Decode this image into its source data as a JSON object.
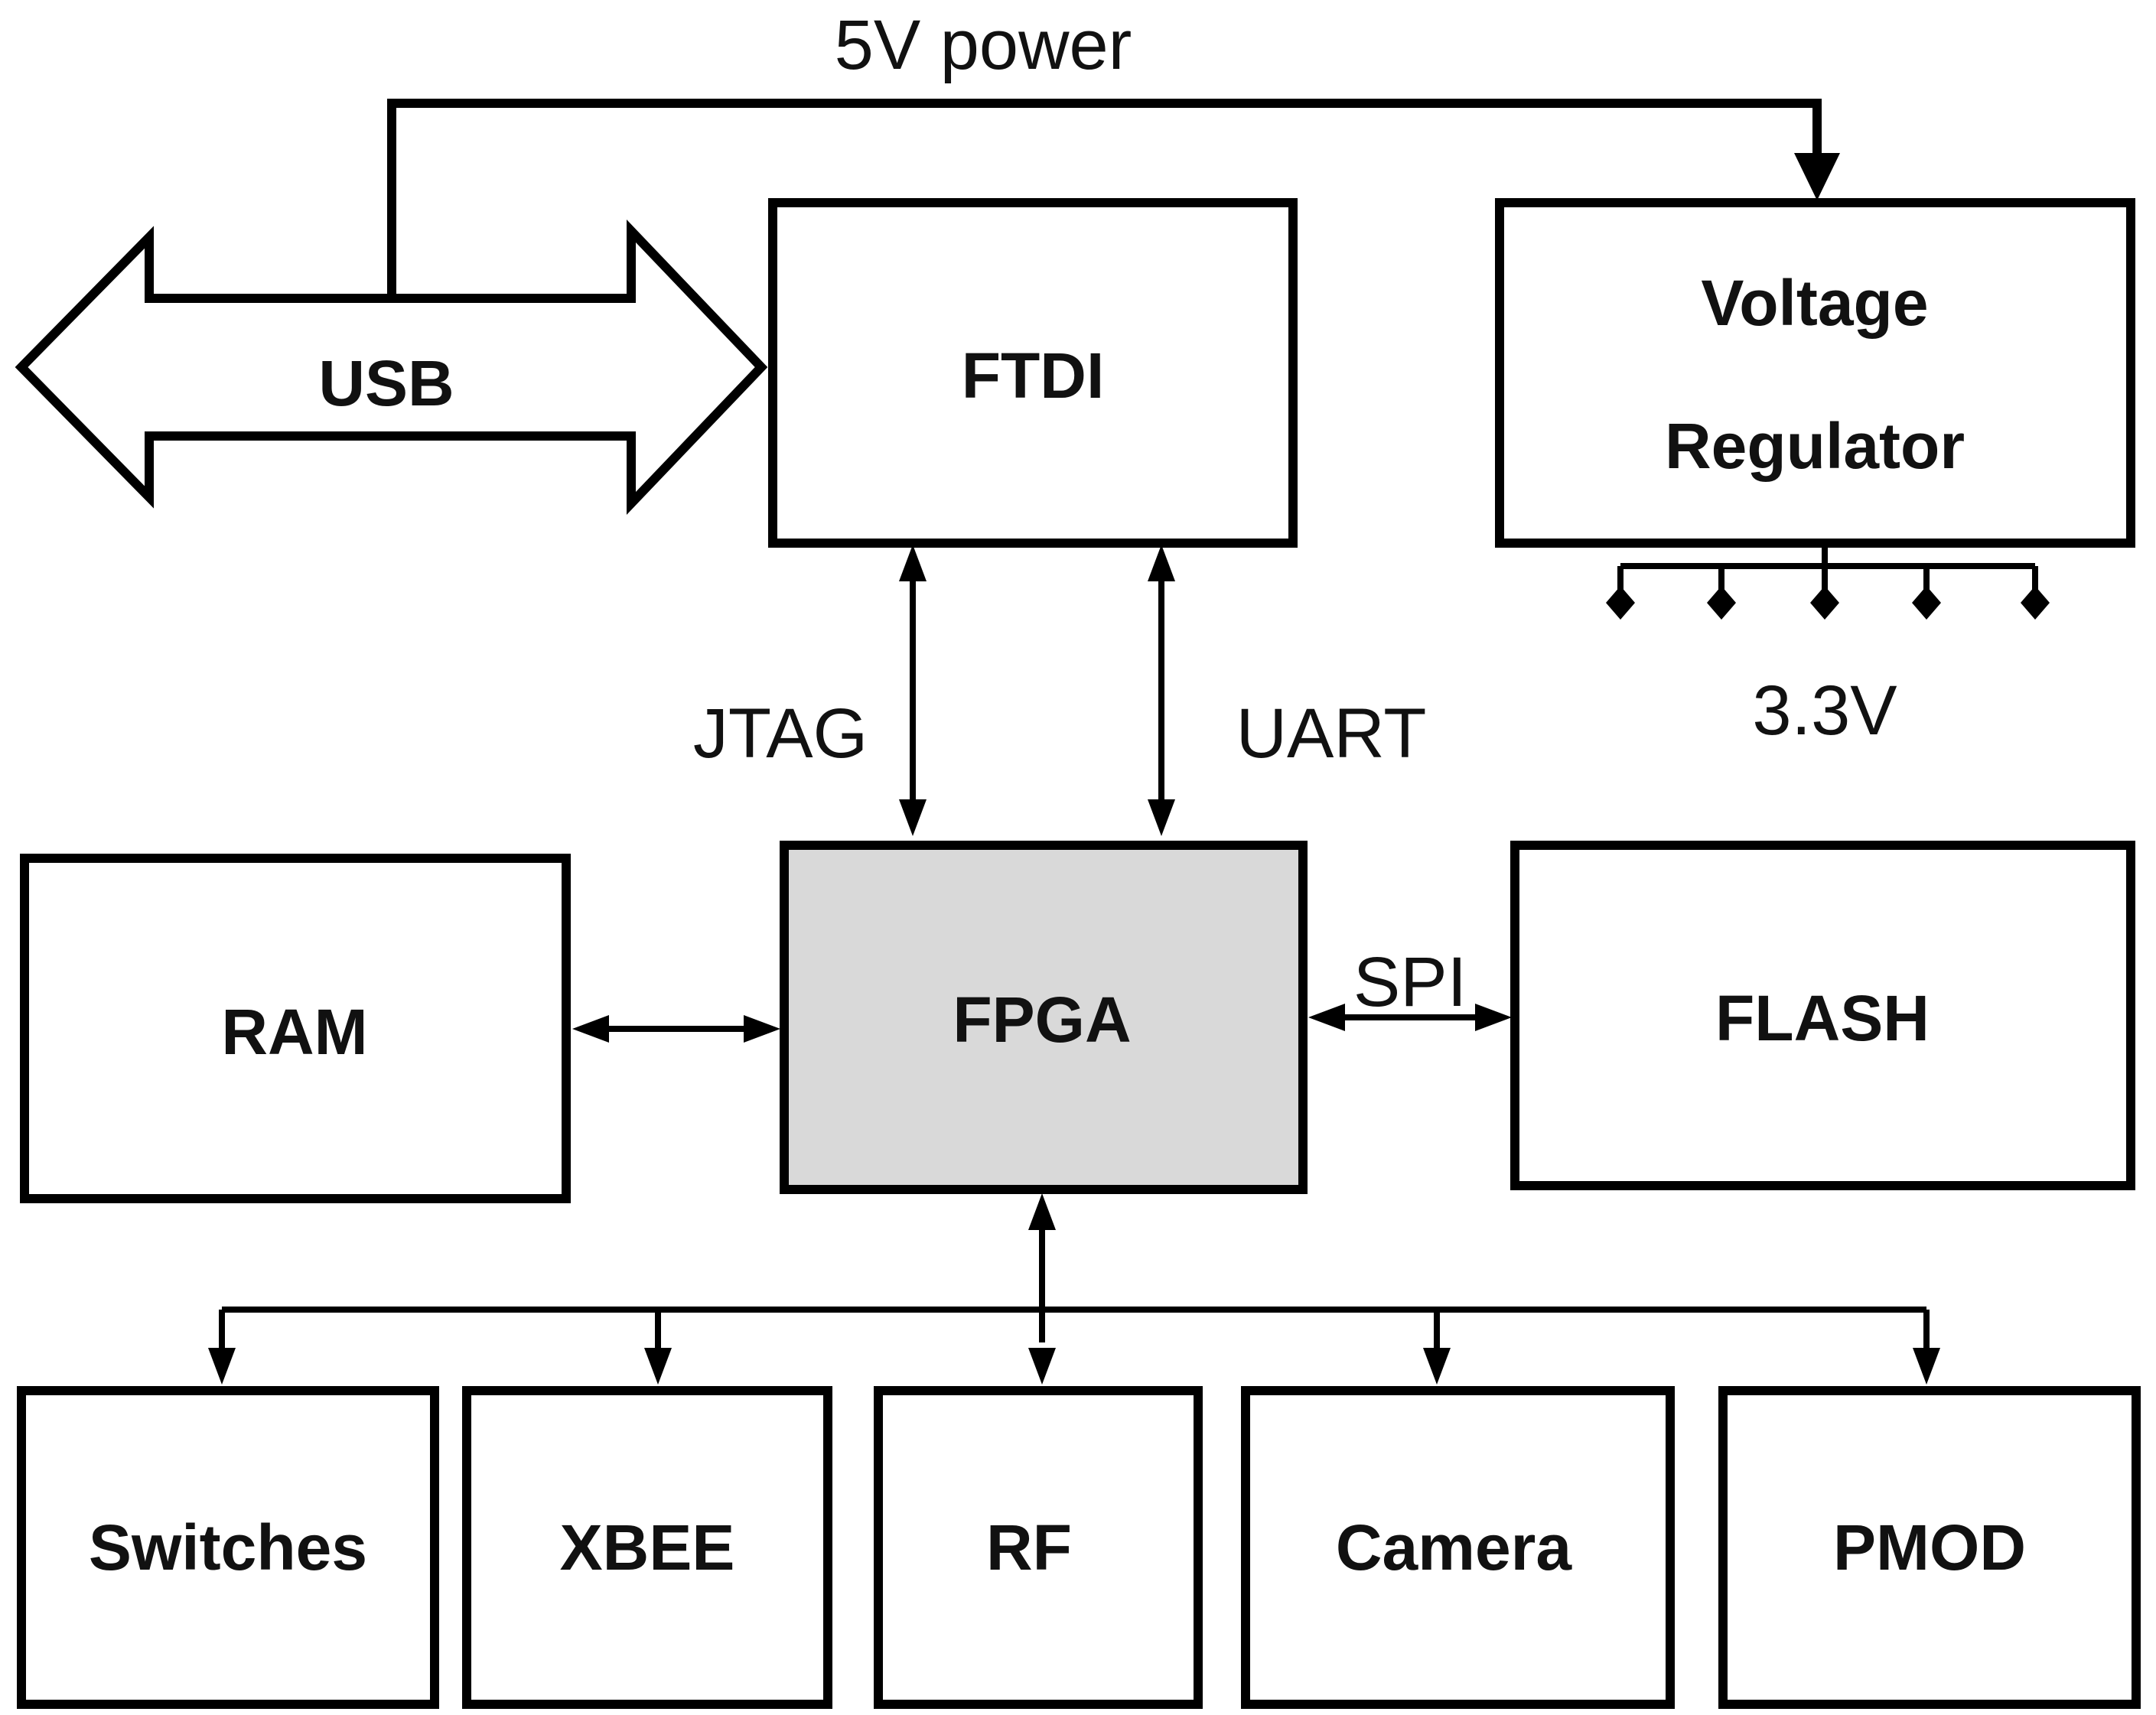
{
  "blocks": {
    "usb": "USB",
    "ftdi": "FTDI",
    "voltage_regulator_line1": "Voltage",
    "voltage_regulator_line2": "Regulator",
    "ram": "RAM",
    "fpga": "FPGA",
    "flash": "FLASH",
    "switches": "Switches",
    "xbee": "XBEE",
    "rf": "RF",
    "camera": "Camera",
    "pmod": "PMOD"
  },
  "labels": {
    "power": "5V power",
    "jtag": "JTAG",
    "uart": "UART",
    "spi": "SPI",
    "rail": "3.3V"
  },
  "colors": {
    "fpga_fill": "#d9d9d9",
    "stroke": "#000000"
  }
}
